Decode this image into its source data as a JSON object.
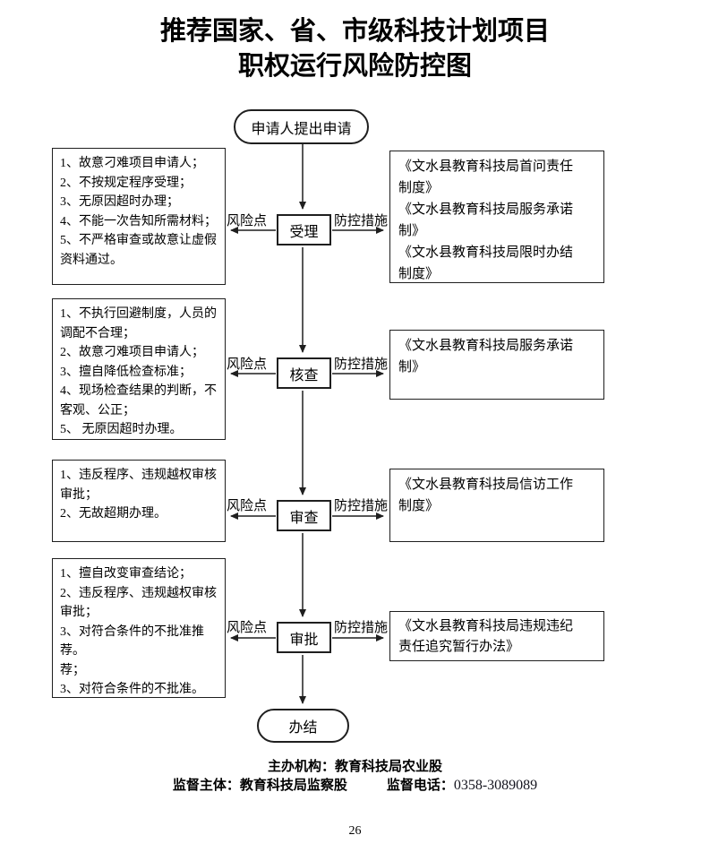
{
  "page": {
    "title_line1": "推荐国家、省、市级科技计划项目",
    "title_line2": "职权运行风险防控图",
    "page_number": "26"
  },
  "flow": {
    "start_label": "申请人提出申请",
    "end_label": "办结",
    "risk_point_label": "风险点",
    "control_measure_label": "防控措施",
    "steps": [
      {
        "name": "受理",
        "risks": "1、故意刁难项目申请人；\n2、不按规定程序受理；\n3、无原因超时办理；\n4、不能一次告知所需材料；\n5、不严格审查或故意让虚假资料通过。",
        "controls": "《文水县教育科技局首问责任制度》\n《文水县教育科技局服务承诺制》\n《文水县教育科技局限时办结制度》"
      },
      {
        "name": "核查",
        "risks": "1、不执行回避制度，人员的调配不合理；\n2、故意刁难项目申请人；\n3、擅自降低检查标准；\n4、现场检查结果的判断，不客观、公正；\n5、 无原因超时办理。",
        "controls": "《文水县教育科技局服务承诺制》"
      },
      {
        "name": "审查",
        "risks": "1、违反程序、违规越权审核审批；\n2、无故超期办理。",
        "controls": "《文水县教育科技局信访工作制度》"
      },
      {
        "name": "审批",
        "risks": "1、擅自改变审查结论；\n2、违反程序、违规越权审核审批；\n3、对符合条件的不批准推荐。\n荐；\n3、对符合条件的不批准。",
        "controls": "《文水县教育科技局违规违纪责任追究暂行办法》"
      }
    ]
  },
  "footer": {
    "organizer": "主办机构：教育科技局农业股",
    "supervisor": "监督主体：教育科技局监察股",
    "phone_label": "监督电话：",
    "phone_number": "0358-3089089"
  }
}
